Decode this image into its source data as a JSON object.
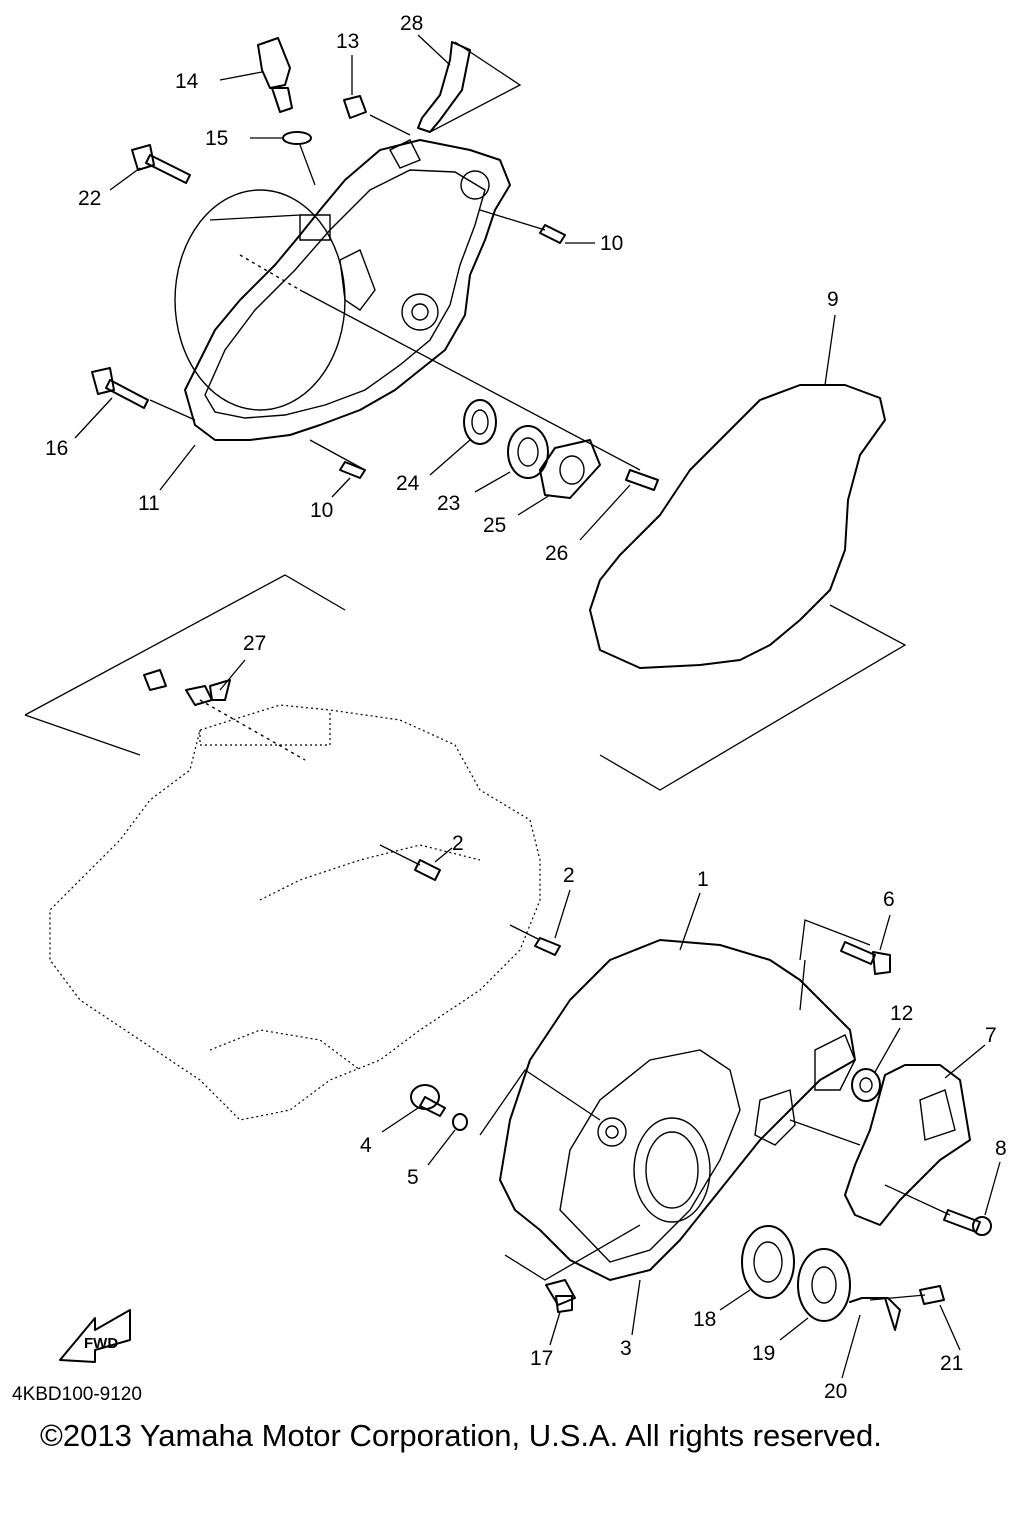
{
  "diagram": {
    "reference_code": "4KBD100-9120",
    "copyright": "©2013 Yamaha Motor Corporation, U.S.A. All rights reserved.",
    "fwd_label": "FWD",
    "callouts": {
      "c1": "1",
      "c2a": "2",
      "c2b": "2",
      "c3": "3",
      "c4": "4",
      "c5": "5",
      "c6": "6",
      "c7": "7",
      "c8": "8",
      "c9": "9",
      "c10a": "10",
      "c10b": "10",
      "c11": "11",
      "c12": "12",
      "c13": "13",
      "c14": "14",
      "c15": "15",
      "c16": "16",
      "c17": "17",
      "c18": "18",
      "c19": "19",
      "c20": "20",
      "c21": "21",
      "c22": "22",
      "c23": "23",
      "c24": "24",
      "c25": "25",
      "c26": "26",
      "c27": "27",
      "c28": "28"
    }
  }
}
